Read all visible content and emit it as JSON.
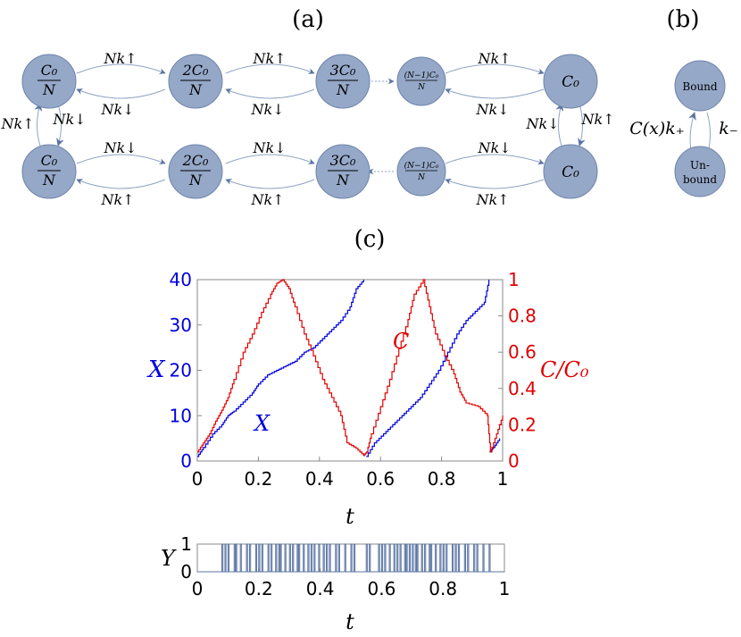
{
  "panels": {
    "a": "(a)",
    "b": "(b)",
    "c": "(c)"
  },
  "diagram_a": {
    "top_nodes": [
      {
        "num": "C₀",
        "den": "N"
      },
      {
        "num": "2C₀",
        "den": "N"
      },
      {
        "num": "3C₀",
        "den": "N"
      },
      {
        "num": "(N−1)C₀",
        "den": "N"
      },
      {
        "single": "C₀"
      }
    ],
    "bottom_nodes": [
      {
        "num": "C₀",
        "den": "N"
      },
      {
        "num": "2C₀",
        "den": "N"
      },
      {
        "num": "3C₀",
        "den": "N"
      },
      {
        "num": "(N−1)C₀",
        "den": "N"
      },
      {
        "single": "C₀"
      }
    ],
    "rate_up": "Nk↑",
    "rate_down": "Nk↓"
  },
  "diagram_b": {
    "bound": "Bound",
    "unbound_1": "Un-",
    "unbound_2": "bound",
    "rate_on": "C(x)k₊",
    "rate_off": "k₋"
  },
  "colors": {
    "blue": "#0000dd",
    "red": "#e00000",
    "node": "#95a8c8",
    "arrow": "#5a74a2",
    "y_trace": "#5a74a2"
  },
  "chart_data": [
    {
      "type": "line",
      "xlabel": "t",
      "ylabel_left": "X",
      "ylabel_right": "C/C₀",
      "xlim": [
        0,
        1
      ],
      "ylim_left": [
        0,
        40
      ],
      "ylim_right": [
        0,
        1
      ],
      "x_ticks": [
        "0",
        "0.2",
        "0.4",
        "0.6",
        "0.8",
        "1"
      ],
      "y_ticks_left": [
        "0",
        "10",
        "20",
        "30",
        "40"
      ],
      "y_ticks_right": [
        "0",
        "0.2",
        "0.4",
        "0.6",
        "0.8",
        "1"
      ],
      "annotations": [
        "X",
        "C"
      ],
      "series": [
        {
          "name": "X",
          "axis": "left",
          "color": "#0000dd",
          "x": [
            0.0,
            0.02,
            0.05,
            0.08,
            0.1,
            0.12,
            0.15,
            0.18,
            0.2,
            0.23,
            0.26,
            0.29,
            0.32,
            0.35,
            0.38,
            0.41,
            0.44,
            0.47,
            0.5,
            0.52,
            0.545,
            0.553,
            0.58,
            0.61,
            0.64,
            0.67,
            0.7,
            0.73,
            0.76,
            0.79,
            0.82,
            0.85,
            0.88,
            0.91,
            0.94,
            0.955,
            0.957,
            0.97,
            0.99
          ],
          "y": [
            1,
            3,
            6,
            8,
            10,
            11,
            13,
            15,
            17,
            19,
            20,
            21,
            22,
            24,
            25,
            27,
            29,
            31,
            34,
            38,
            40,
            1,
            4,
            6,
            8,
            10,
            12,
            14,
            17,
            20,
            24,
            28,
            31,
            33,
            35,
            40,
            2,
            3,
            5
          ]
        },
        {
          "name": "C",
          "axis": "right",
          "color": "#e00000",
          "x": [
            0.0,
            0.02,
            0.04,
            0.06,
            0.08,
            0.1,
            0.12,
            0.15,
            0.18,
            0.21,
            0.24,
            0.26,
            0.28,
            0.3,
            0.32,
            0.35,
            0.38,
            0.41,
            0.44,
            0.47,
            0.49,
            0.52,
            0.545,
            0.555,
            0.57,
            0.6,
            0.63,
            0.66,
            0.69,
            0.71,
            0.74,
            0.76,
            0.78,
            0.81,
            0.84,
            0.86,
            0.88,
            0.92,
            0.95,
            0.96,
            0.98,
            1.0
          ],
          "y": [
            0.05,
            0.1,
            0.15,
            0.22,
            0.28,
            0.35,
            0.45,
            0.6,
            0.7,
            0.82,
            0.92,
            0.98,
            1.0,
            0.95,
            0.85,
            0.7,
            0.58,
            0.45,
            0.35,
            0.25,
            0.1,
            0.07,
            0.03,
            0.05,
            0.15,
            0.3,
            0.45,
            0.62,
            0.78,
            0.92,
            1.0,
            0.85,
            0.7,
            0.58,
            0.48,
            0.38,
            0.32,
            0.3,
            0.25,
            0.05,
            0.15,
            0.25
          ]
        }
      ]
    },
    {
      "type": "line",
      "xlabel": "t",
      "ylabel": "Y",
      "xlim": [
        0,
        1
      ],
      "ylim": [
        0,
        1
      ],
      "x_ticks": [
        "0",
        "0.2",
        "0.4",
        "0.6",
        "0.8",
        "1"
      ],
      "y_ticks": [
        "0",
        "1"
      ],
      "series": [
        {
          "name": "Y",
          "color": "#5a74a2",
          "switch_times": [
            0.08,
            0.09,
            0.1,
            0.12,
            0.125,
            0.14,
            0.16,
            0.17,
            0.19,
            0.2,
            0.21,
            0.23,
            0.24,
            0.255,
            0.265,
            0.27,
            0.285,
            0.3,
            0.31,
            0.325,
            0.33,
            0.345,
            0.36,
            0.37,
            0.38,
            0.395,
            0.41,
            0.42,
            0.43,
            0.45,
            0.46,
            0.48,
            0.5,
            0.51,
            0.55,
            0.56,
            0.59,
            0.6,
            0.61,
            0.625,
            0.64,
            0.65,
            0.66,
            0.675,
            0.68,
            0.69,
            0.7,
            0.71,
            0.715,
            0.73,
            0.74,
            0.755,
            0.76,
            0.775,
            0.79,
            0.8,
            0.81,
            0.83,
            0.84,
            0.85,
            0.87,
            0.88,
            0.9,
            0.91,
            0.93,
            0.95
          ]
        }
      ]
    }
  ]
}
